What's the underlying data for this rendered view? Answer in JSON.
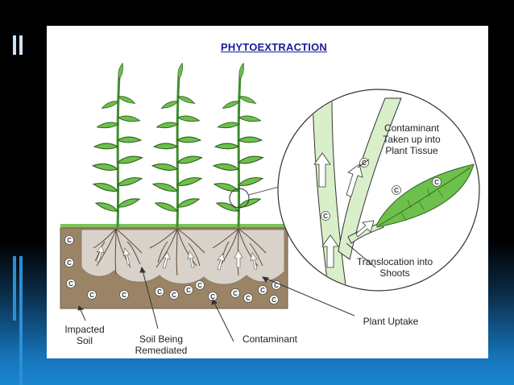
{
  "slide": {
    "background_color": "#000000",
    "accent_color": "#1a86cf",
    "panel_color": "#ffffff"
  },
  "diagram": {
    "title": "PHYTOEXTRACTION",
    "title_color": "#1a1aa0",
    "labels": {
      "contaminant_uptake": "Contaminant\nTaken up into\nPlant Tissue",
      "translocation": "Translocation into\nShoots",
      "plant_uptake": "Plant Uptake",
      "contaminant": "Contaminant",
      "soil_remediated": "Soil Being\nRemediated",
      "impacted_soil": "Impacted\nSoil"
    },
    "contaminant_symbol": "C",
    "colors": {
      "leaf": "#6dc04b",
      "leaf_dark": "#2e7d32",
      "soil": "#9b8466",
      "remediated_soil": "#d7d0c8",
      "stem_zoom": "#d9efc9"
    }
  }
}
